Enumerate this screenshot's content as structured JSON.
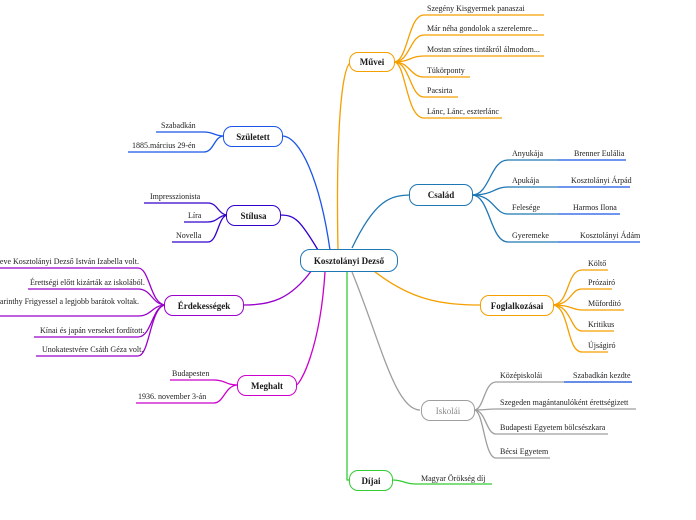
{
  "center": {
    "label": "Kosztolányi Dezső"
  },
  "colors": {
    "muvei": "#f59f00",
    "csalad": "#1f77b4",
    "foglalkozasai": "#f59f00",
    "iskolai": "#9e9e9e",
    "dijai": "#33cc33",
    "meghalt": "#cc00cc",
    "erdeklodesek": "#9900cc",
    "stilusa": "#3300cc",
    "szuletett": "#1a56e8"
  },
  "muvei": {
    "label": "Művei",
    "items": [
      "Szegény Kisgyermek panaszai",
      "Már néha gondolok a szerelemre...",
      "Mostan színes tintákról álmodom...",
      "Tükörponty",
      "Pacsirta",
      "Lánc, Lánc, eszterlánc"
    ]
  },
  "csalad": {
    "label": "Család",
    "items": [
      {
        "relation": "Anyukája",
        "name": "Brenner Eulália"
      },
      {
        "relation": "Apukája",
        "name": "Kosztolányi Árpád"
      },
      {
        "relation": "Felesége",
        "name": "Harmos Ilona"
      },
      {
        "relation": "Gyeremeke",
        "name": "Kosztolányi Ádám"
      }
    ]
  },
  "foglalkozasai": {
    "label": "Foglalkozásai",
    "items": [
      "Költő",
      "Prózairó",
      "Műfordító",
      "Kritikus",
      "Újságiró"
    ]
  },
  "iskolai": {
    "label": "Iskolái",
    "items": [
      "Középiskolái",
      "Szegeden magántanulóként érettségizett",
      "Budapesti Egyetem bölcsészkara",
      "Bécsi Egyetem"
    ],
    "sub": "Szabadkán kezdte"
  },
  "dijai": {
    "label": "Díjai",
    "items": [
      "Magyar Örökség díj"
    ]
  },
  "meghalt": {
    "label": "Meghalt",
    "items": [
      "Budapesten",
      "1936. november 3-án"
    ]
  },
  "erdeklodesek": {
    "label": "Érdekességek",
    "items": [
      "Teljes neve Kosztolányi Dezső István Izabella volt.",
      "Érettségi előtt kizárták az iskolából.",
      "Karinthy Frigyessel a legjobb barátok voltak.",
      "Kínai és japán verseket fordított.",
      "Unokatestvére Csáth Géza volt."
    ]
  },
  "stilusa": {
    "label": "Stílusa",
    "items": [
      "Impresszionista",
      "Líra",
      "Novella"
    ]
  },
  "szuletett": {
    "label": "Született",
    "items": [
      "Szabadkán",
      "1885.március 29-én"
    ]
  }
}
